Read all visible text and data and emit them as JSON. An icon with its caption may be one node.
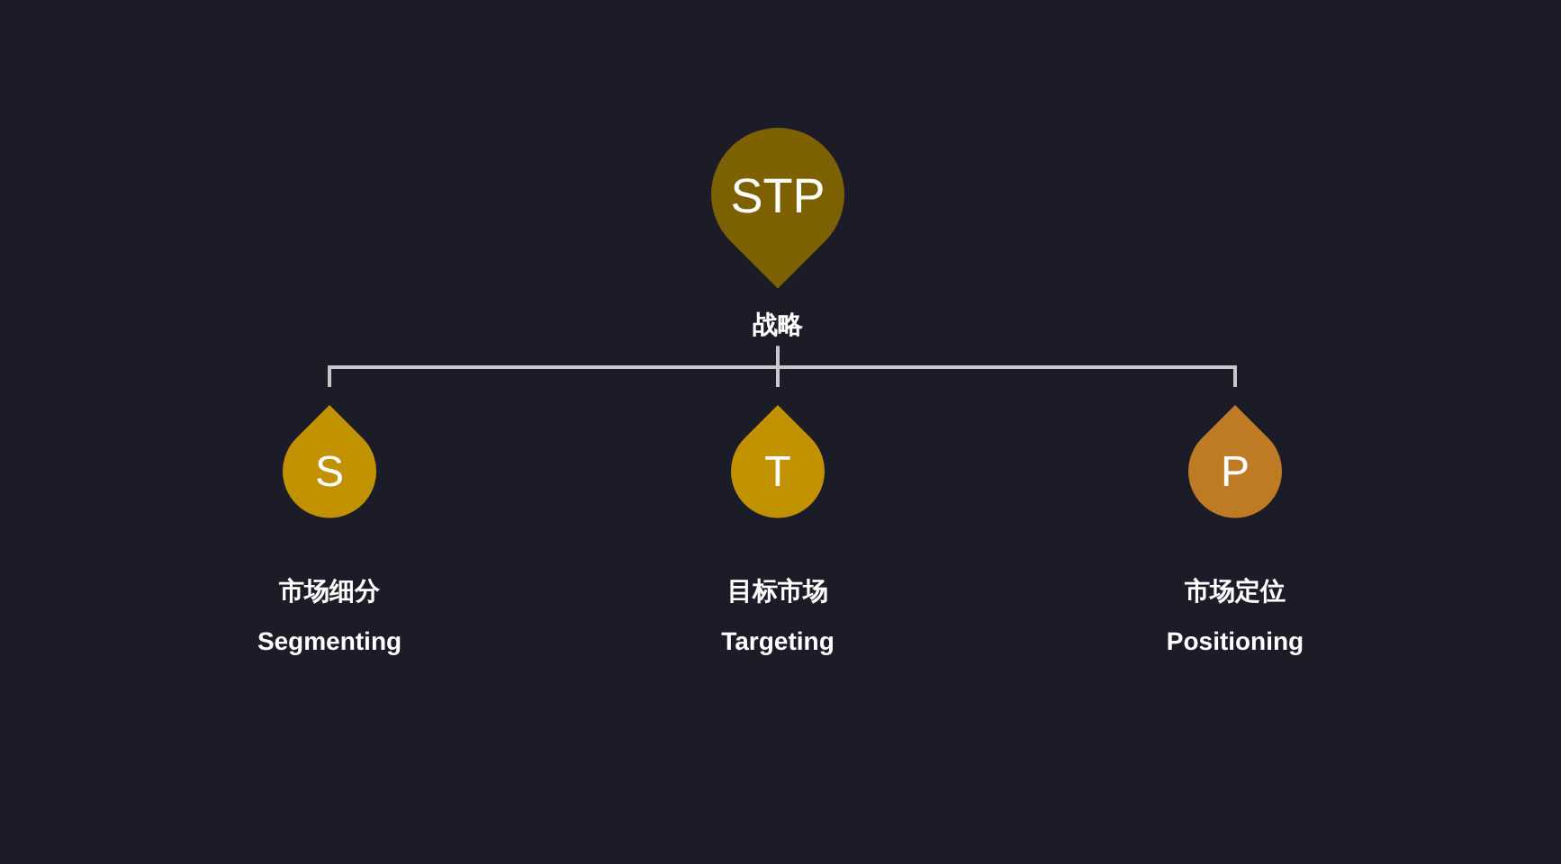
{
  "diagram": {
    "nodes": [
      {
        "text": [
          "STP",
          "战略"
        ]
      },
      {
        "text": [
          "S",
          "市场细分",
          "Segmenting"
        ]
      },
      {
        "text": [
          "T",
          "目标市场",
          "Targeting"
        ]
      },
      {
        "text": [
          "P",
          "市场定位",
          "Positioning"
        ]
      }
    ],
    "edges": [
      {
        "from": 0,
        "to": 1,
        "arrow": "none"
      },
      {
        "from": 0,
        "to": 2,
        "arrow": "none"
      },
      {
        "from": 0,
        "to": 3,
        "arrow": "none"
      }
    ]
  }
}
